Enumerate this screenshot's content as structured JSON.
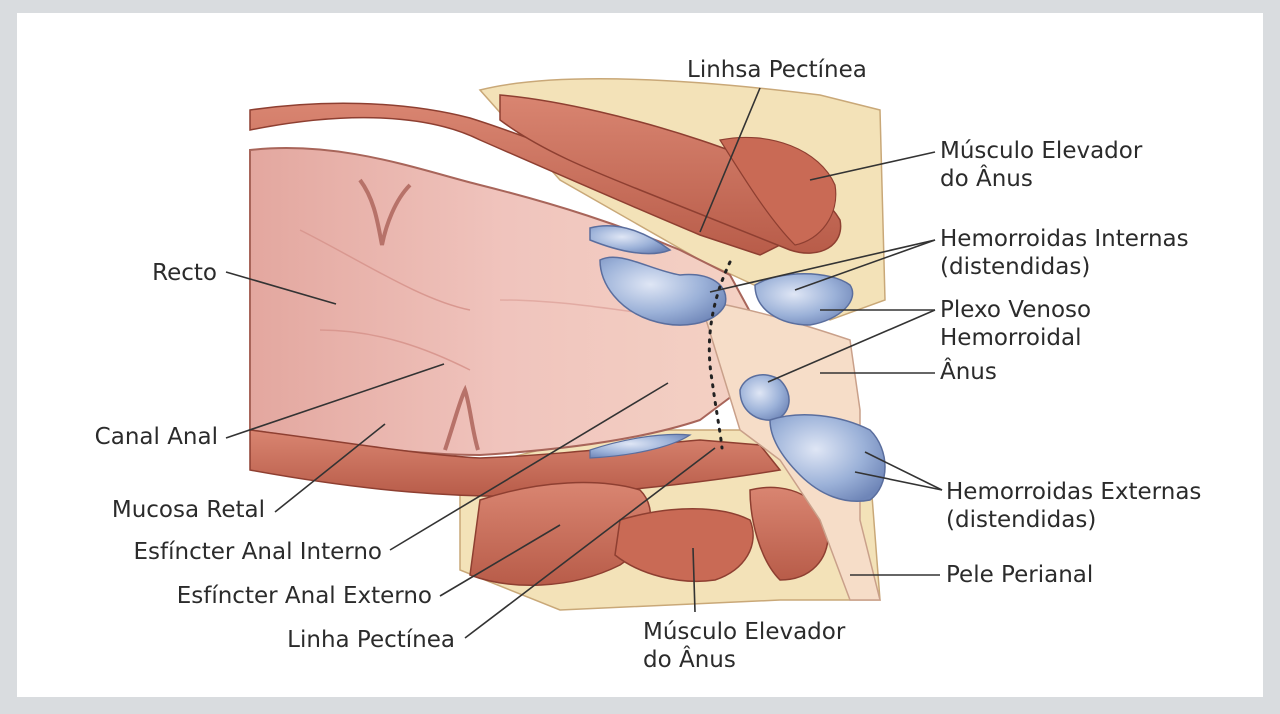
{
  "labels": {
    "linha_pectinea_top": "Linhsa Pectínea",
    "musculo_elevador_top": [
      "Músculo Elevador",
      "do Ânus"
    ],
    "hemorroidas_internas": [
      "Hemorroidas Internas",
      "(distendidas)"
    ],
    "plexo_venoso": [
      "Plexo Venoso",
      "Hemorroidal"
    ],
    "anus": "Ânus",
    "hemorroidas_externas": [
      "Hemorroidas Externas",
      "(distendidas)"
    ],
    "pele_perianal": "Pele Perianal",
    "musculo_elevador_bottom": [
      "Músculo Elevador",
      "do Ânus"
    ],
    "linha_pectinea_bottom": "Linha Pectínea",
    "esfincter_externo": "Esfíncter Anal Externo",
    "esfincter_interno": "Esfíncter Anal Interno",
    "mucosa_retal": "Mucosa Retal",
    "canal_anal": "Canal Anal",
    "recto": "Recto"
  },
  "colors": {
    "background": "#d9dcdf",
    "panel": "#ffffff",
    "mucosa": "#e8b3ad",
    "muscle": "#c9705c",
    "muscle_dark": "#9e4a3a",
    "fat": "#f3e2b8",
    "vein": "#8ea6cf",
    "skin": "#f6ddc8",
    "leader": "#333333"
  }
}
